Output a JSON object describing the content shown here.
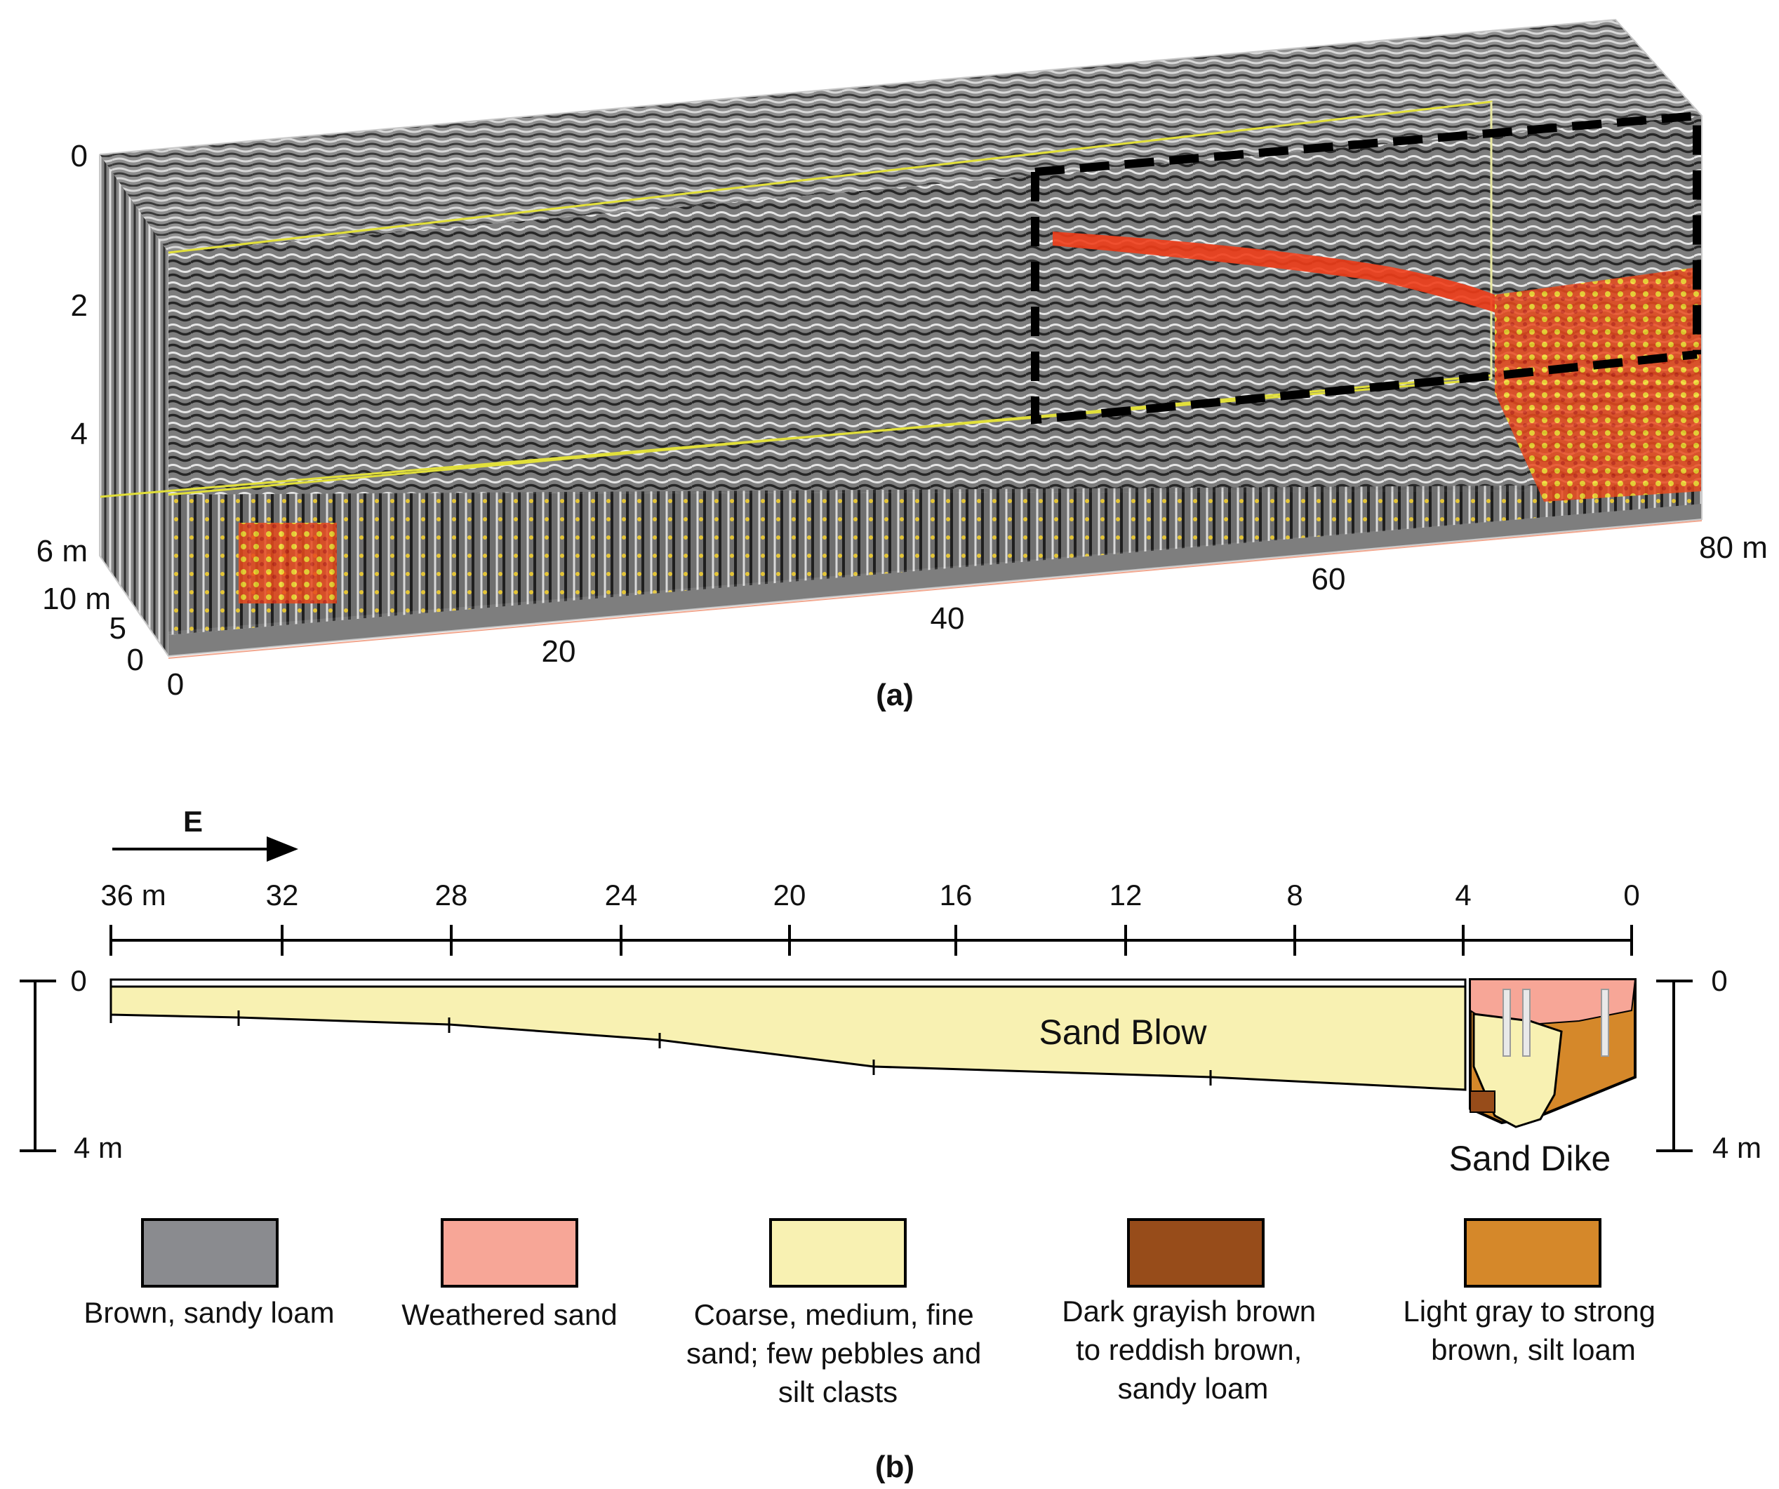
{
  "panel_a": {
    "caption": "(a)",
    "depth_ticks": [
      "0",
      "2",
      "4",
      "6 m"
    ],
    "width_ticks": [
      "10 m",
      "5",
      "0"
    ],
    "length_ticks": [
      "0",
      "20",
      "40",
      "60",
      "80 m"
    ]
  },
  "panel_b": {
    "caption": "(b)",
    "direction_label": "E",
    "distance_ticks": [
      "36 m",
      "32",
      "28",
      "24",
      "20",
      "16",
      "12",
      "8",
      "4",
      "0"
    ],
    "left_scale": {
      "top": "0",
      "bottom": "4 m"
    },
    "right_scale": {
      "top": "0",
      "bottom": "4 m"
    },
    "sand_blow_label": "Sand Blow",
    "sand_dike_label": "Sand Dike"
  },
  "legend": [
    {
      "color": "#8a8b8f",
      "lines": [
        "Brown, sandy loam"
      ]
    },
    {
      "color": "#f7a697",
      "lines": [
        "Weathered sand"
      ]
    },
    {
      "color": "#f8f1b2",
      "lines": [
        "Coarse, medium, fine",
        "sand; few pebbles and",
        "silt clasts"
      ]
    },
    {
      "color": "#974c1a",
      "lines": [
        "Dark grayish brown",
        "to reddish brown,",
        "sandy loam"
      ]
    },
    {
      "color": "#d5882a",
      "lines": [
        "Light gray to strong",
        "brown, silt loam"
      ]
    }
  ]
}
